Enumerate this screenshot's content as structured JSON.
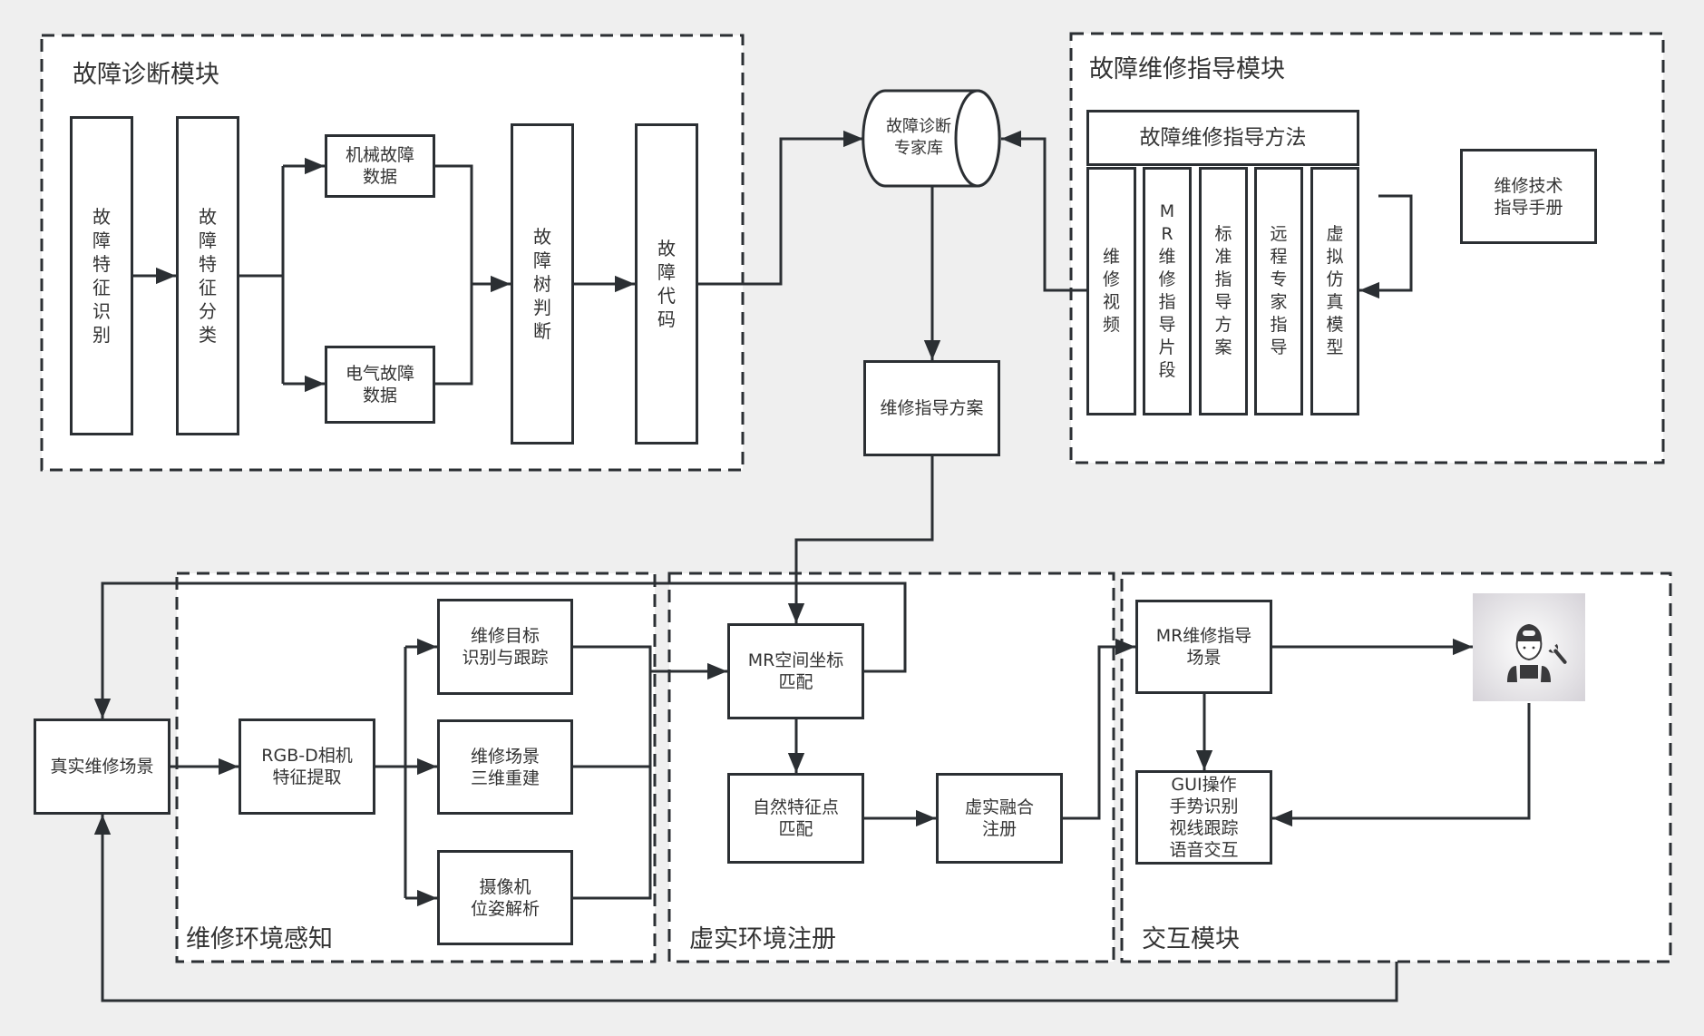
{
  "modules": {
    "diagnosis": {
      "title": "故障诊断模块",
      "nodes": {
        "feature_identify": "故障特征识别",
        "feature_classify": "故障特征分类",
        "mechanical_data": "机械故障\n数据",
        "electrical_data": "电气故障\n数据",
        "fault_tree": "故障树判断",
        "fault_code": "故障代码"
      }
    },
    "expert_db": {
      "label": "故障诊断\n专家库"
    },
    "guidance_plan": {
      "label": "维修指导方案"
    },
    "repair_guidance": {
      "title": "故障维修指导模块",
      "method_header": "故障维修指导方法",
      "methods": [
        "维修视频",
        "MR维修指导片段",
        "标准指导方案",
        "远程专家指导",
        "虚拟仿真模型"
      ],
      "manual": "维修技术\n指导手册"
    },
    "real_scene": {
      "label": "真实维修场景"
    },
    "perception": {
      "title": "维修环境感知",
      "nodes": {
        "rgbd": "RGB-D相机\n特征提取",
        "target_tracking": "维修目标\n识别与跟踪",
        "scene_reconstruction": "维修场景\n三维重建",
        "camera_pose": "摄像机\n位姿解析"
      }
    },
    "registration": {
      "title": "虚实环境注册",
      "nodes": {
        "mr_coord": "MR空间坐标\n匹配",
        "natural_feature": "自然特征点\n匹配",
        "fusion": "虚实融合\n注册"
      }
    },
    "interaction": {
      "title": "交互模块",
      "nodes": {
        "mr_scene": "MR维修指导\n场景",
        "modes": "GUI操作\n手势识别\n视线跟踪\n语音交互"
      },
      "operator_icon": "maintenance-worker-icon"
    }
  },
  "colors": {
    "stroke": "#2b2f33",
    "background": "#efefef",
    "panel": "#ffffff",
    "text": "#333333"
  }
}
